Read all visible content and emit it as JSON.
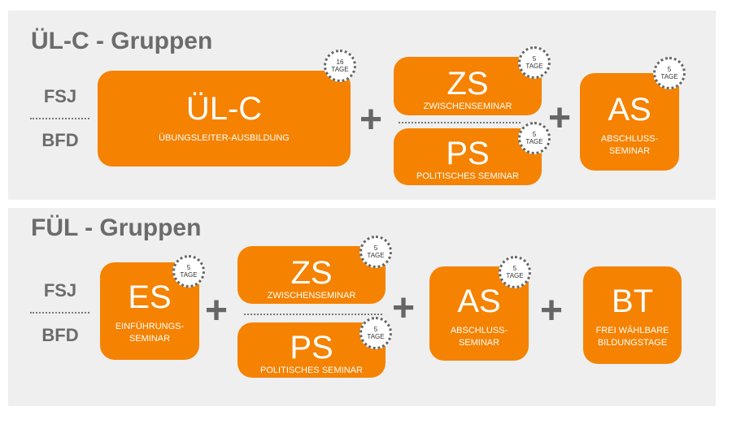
{
  "colors": {
    "orange": "#f58200",
    "panel": "#efefef",
    "text": "#6b6b6b"
  },
  "top": {
    "title": "ÜL-C - Gruppen",
    "fsj": "FSJ",
    "bfd": "BFD",
    "ulc": {
      "abbr": "ÜL-C",
      "name": "ÜBUNGSLEITER-AUSBILDUNG",
      "days": "16",
      "unit": "TAGE"
    },
    "zs": {
      "abbr": "ZS",
      "name": "ZWISCHENSEMINAR",
      "days": "5",
      "unit": "TAGE"
    },
    "ps": {
      "abbr": "PS",
      "name": "POLITISCHES SEMINAR",
      "days": "5",
      "unit": "TAGE"
    },
    "as": {
      "abbr": "AS",
      "name1": "ABSCHLUSS-",
      "name2": "SEMINAR",
      "days": "5",
      "unit": "TAGE"
    },
    "plus": "+"
  },
  "bottom": {
    "title": "FÜL - Gruppen",
    "fsj": "FSJ",
    "bfd": "BFD",
    "es": {
      "abbr": "ES",
      "name1": "EINFÜHRUNGS-",
      "name2": "SEMINAR",
      "days": "5",
      "unit": "TAGE"
    },
    "zs": {
      "abbr": "ZS",
      "name": "ZWISCHENSEMINAR",
      "days": "5",
      "unit": "TAGE"
    },
    "ps": {
      "abbr": "PS",
      "name": "POLITISCHES SEMINAR",
      "days": "5",
      "unit": "TAGE"
    },
    "as": {
      "abbr": "AS",
      "name1": "ABSCHLUSS-",
      "name2": "SEMINAR",
      "days": "5",
      "unit": "TAGE"
    },
    "bt": {
      "abbr": "BT",
      "name1": "FREI WÄHLBARE",
      "name2": "BILDUNGSTAGE"
    },
    "plus": "+"
  }
}
